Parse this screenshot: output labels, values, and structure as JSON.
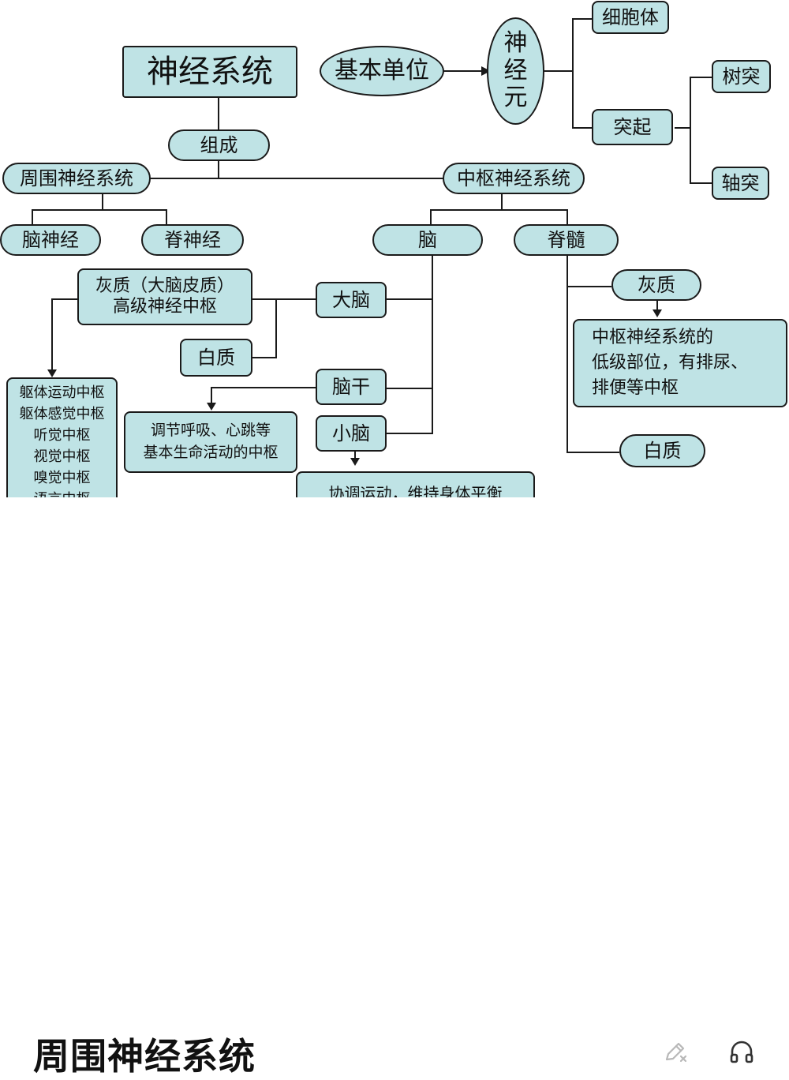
{
  "diagram": {
    "root": "神经系统",
    "basic_unit": "基本单位",
    "neuron": "神\n经\n元",
    "cell_body": "细胞体",
    "process": "突起",
    "dendrite": "树突",
    "axon": "轴突",
    "composition": "组成",
    "pns": "周围神经系统",
    "cns": "中枢神经系统",
    "cranial_nerves": "脑神经",
    "spinal_nerves": "脊神经",
    "brain": "脑",
    "spinal_cord": "脊髓",
    "cerebral_gray": "灰质（大脑皮质）\n高级神经中枢",
    "cerebrum": "大脑",
    "white_matter_brain": "白质",
    "cortex_centers": "躯体运动中枢\n躯体感觉中枢\n听觉中枢\n视觉中枢\n嗅觉中枢\n语言中枢",
    "brainstem": "脑干",
    "brainstem_function": "调节呼吸、心跳等\n基本生命活动的中枢",
    "cerebellum": "小脑",
    "cerebellum_function": "协调运动，维持身体平衡",
    "cord_gray": "灰质",
    "cord_gray_function": "中枢神经系统的\n低级部位，有排尿、\n排便等中枢",
    "cord_white": "白质"
  },
  "colors": {
    "box_fill": "#bfe3e5",
    "line": "#1a1a1a"
  },
  "footer": {
    "title": "周围神经系统",
    "edit_icon": "edit-off-icon",
    "listen_icon": "headphones-icon"
  }
}
